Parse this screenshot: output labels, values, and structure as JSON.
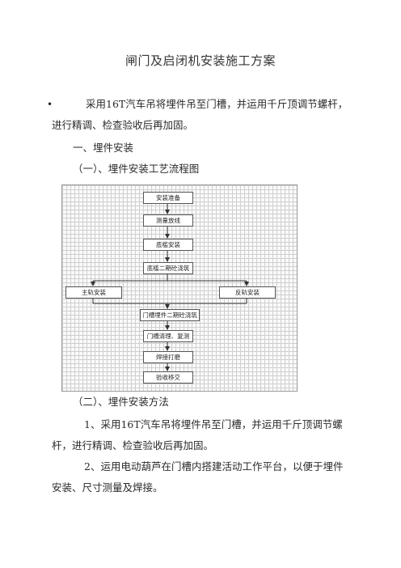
{
  "doc": {
    "title": "闸门及启闭机安装施工方案",
    "bullet_glyph": "•",
    "intro_line1": "采用16T汽车吊将埋件吊至门槽，并运用千斤顶调节螺杆，",
    "intro_line2": "进行精调、检查验收后再加固。",
    "section1": "一、埋件安装",
    "section1_1": "（一）、埋件安装工艺流程图",
    "section1_2": "（二）、埋件安装方法",
    "item1_line1": "1、采用16T汽车吊将埋件吊至门槽，并运用千斤顶调节螺",
    "item1_line2": "杆，进行精调、检查验收后再加固。",
    "item2_line1": "2、运用电动葫芦在门槽内搭建活动工作平台，以便于埋件",
    "item2_line2": "安装、尺寸测量及焊接。"
  },
  "flowchart": {
    "steps": [
      "安装准备",
      "测量放线",
      "底槛安装",
      "底槛二期砼浇筑",
      "主轨安装",
      "反轨安装",
      "门槽埋件二期砼浇筑",
      "门槽清理、复测",
      "焊接打磨",
      "验收移交"
    ]
  }
}
